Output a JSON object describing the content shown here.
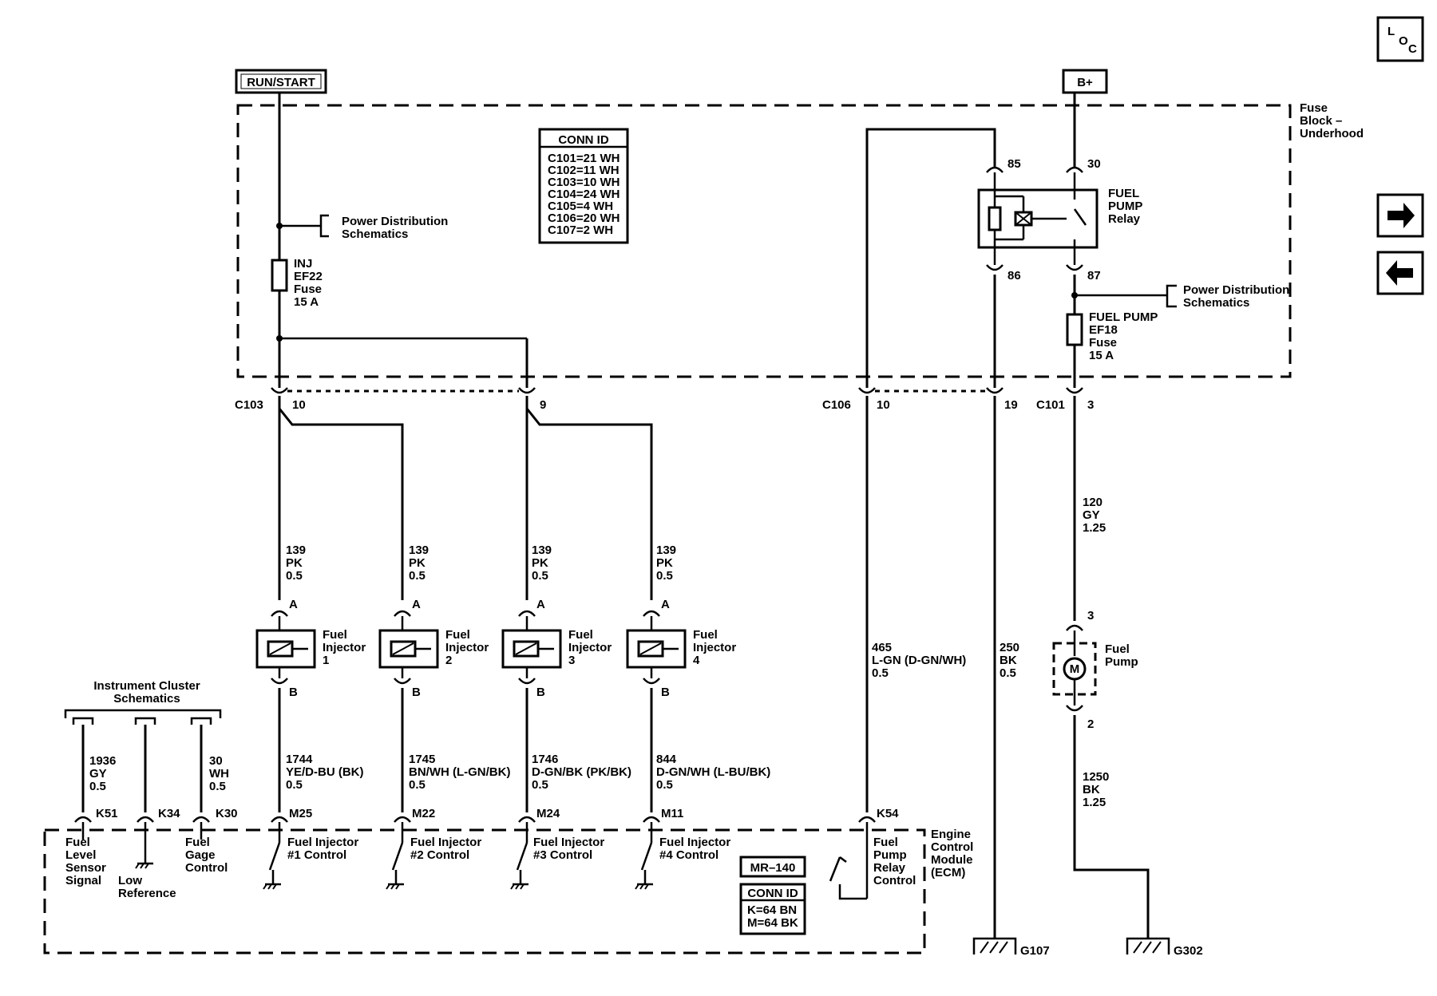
{
  "power": {
    "run_start": "RUN/START",
    "bplus": "B+"
  },
  "fuse_block": {
    "line1": "Fuse",
    "line2": "Block –",
    "line3": "Underhood"
  },
  "conn_id_top": {
    "title": "CONN ID",
    "rows": [
      "C101=21 WH",
      "C102=11 WH",
      "C103=10 WH",
      "C104=24 WH",
      "C105=4 WH",
      "C106=20 WH",
      "C107=2 WH"
    ]
  },
  "power_dist_left": {
    "line1": "Power Distribution",
    "line2": "Schematics"
  },
  "power_dist_right": {
    "line1": "Power Distribution",
    "line2": "Schematics"
  },
  "fuse_inj": {
    "line1": "INJ",
    "line2": "EF22",
    "line3": "Fuse",
    "line4": "15 A"
  },
  "fuse_pump": {
    "line1": "FUEL PUMP",
    "line2": "EF18",
    "line3": "Fuse",
    "line4": "15 A"
  },
  "relay": {
    "line1": "FUEL",
    "line2": "PUMP",
    "line3": "Relay",
    "pin85": "85",
    "pin30": "30",
    "pin86": "86",
    "pin87": "87"
  },
  "connectors": {
    "c103": "C103",
    "c103_pin_a": "10",
    "c103_pin_b": "9",
    "c106": "C106",
    "c106_pin_a": "10",
    "c106_pin_b": "19",
    "c101": "C101",
    "c101_pin": "3"
  },
  "injector_wires": [
    {
      "circuit": "139",
      "color": "PK",
      "gauge": "0.5"
    },
    {
      "circuit": "139",
      "color": "PK",
      "gauge": "0.5"
    },
    {
      "circuit": "139",
      "color": "PK",
      "gauge": "0.5"
    },
    {
      "circuit": "139",
      "color": "PK",
      "gauge": "0.5"
    }
  ],
  "injectors": [
    {
      "line1": "Fuel",
      "line2": "Injector",
      "num": "1",
      "pin_a": "A",
      "pin_b": "B"
    },
    {
      "line1": "Fuel",
      "line2": "Injector",
      "num": "2",
      "pin_a": "A",
      "pin_b": "B"
    },
    {
      "line1": "Fuel",
      "line2": "Injector",
      "num": "3",
      "pin_a": "A",
      "pin_b": "B"
    },
    {
      "line1": "Fuel",
      "line2": "Injector",
      "num": "4",
      "pin_a": "A",
      "pin_b": "B"
    }
  ],
  "control_wires": [
    {
      "circuit": "1744",
      "color": "YE/D-BU (BK)",
      "gauge": "0.5",
      "pin": "M25",
      "label1": "Fuel Injector",
      "label2": "#1 Control"
    },
    {
      "circuit": "1745",
      "color": "BN/WH (L-GN/BK)",
      "gauge": "0.5",
      "pin": "M22",
      "label1": "Fuel Injector",
      "label2": "#2 Control"
    },
    {
      "circuit": "1746",
      "color": "D-GN/BK (PK/BK)",
      "gauge": "0.5",
      "pin": "M24",
      "label1": "Fuel Injector",
      "label2": "#3 Control"
    },
    {
      "circuit": "844",
      "color": "D-GN/WH (L-BU/BK)",
      "gauge": "0.5",
      "pin": "M11",
      "label1": "Fuel Injector",
      "label2": "#4 Control"
    }
  ],
  "cluster": {
    "title1": "Instrument Cluster",
    "title2": "Schematics",
    "wires": [
      {
        "circuit": "1936",
        "color": "GY",
        "gauge": "0.5",
        "pin": "K51"
      },
      {
        "pin": "K34"
      },
      {
        "circuit": "30",
        "color": "WH",
        "gauge": "0.5",
        "pin": "K30"
      }
    ],
    "labels": {
      "fuel_level": [
        "Fuel",
        "Level",
        "Sensor",
        "Signal"
      ],
      "low_ref": [
        "Low",
        "Reference"
      ],
      "fuel_gage": [
        "Fuel",
        "Gage",
        "Control"
      ]
    }
  },
  "relay_control": {
    "circuit": "465",
    "color": "L-GN (D-GN/WH)",
    "gauge": "0.5",
    "pin": "K54",
    "label": [
      "Fuel",
      "Pump",
      "Relay",
      "Control"
    ]
  },
  "ground_wire": {
    "circuit": "250",
    "color": "BK",
    "gauge": "0.5",
    "ground": "G107"
  },
  "pump_feed": {
    "circuit": "120",
    "color": "GY",
    "gauge": "1.25"
  },
  "pump": {
    "line1": "Fuel",
    "line2": "Pump",
    "symbol": "M",
    "pin3": "3",
    "pin2": "2"
  },
  "pump_ground": {
    "circuit": "1250",
    "color": "BK",
    "gauge": "1.25",
    "ground": "G302"
  },
  "ecm": {
    "line1": "Engine",
    "line2": "Control",
    "line3": "Module",
    "line4": "(ECM)"
  },
  "mr_label": "MR–140",
  "conn_id_ecm": {
    "title": "CONN ID",
    "rows": [
      "K=64 BN",
      "M=64 BK"
    ]
  },
  "loc": {
    "l": "L",
    "o": "O",
    "c": "C"
  },
  "nav": {
    "next": "→",
    "prev": "←"
  }
}
